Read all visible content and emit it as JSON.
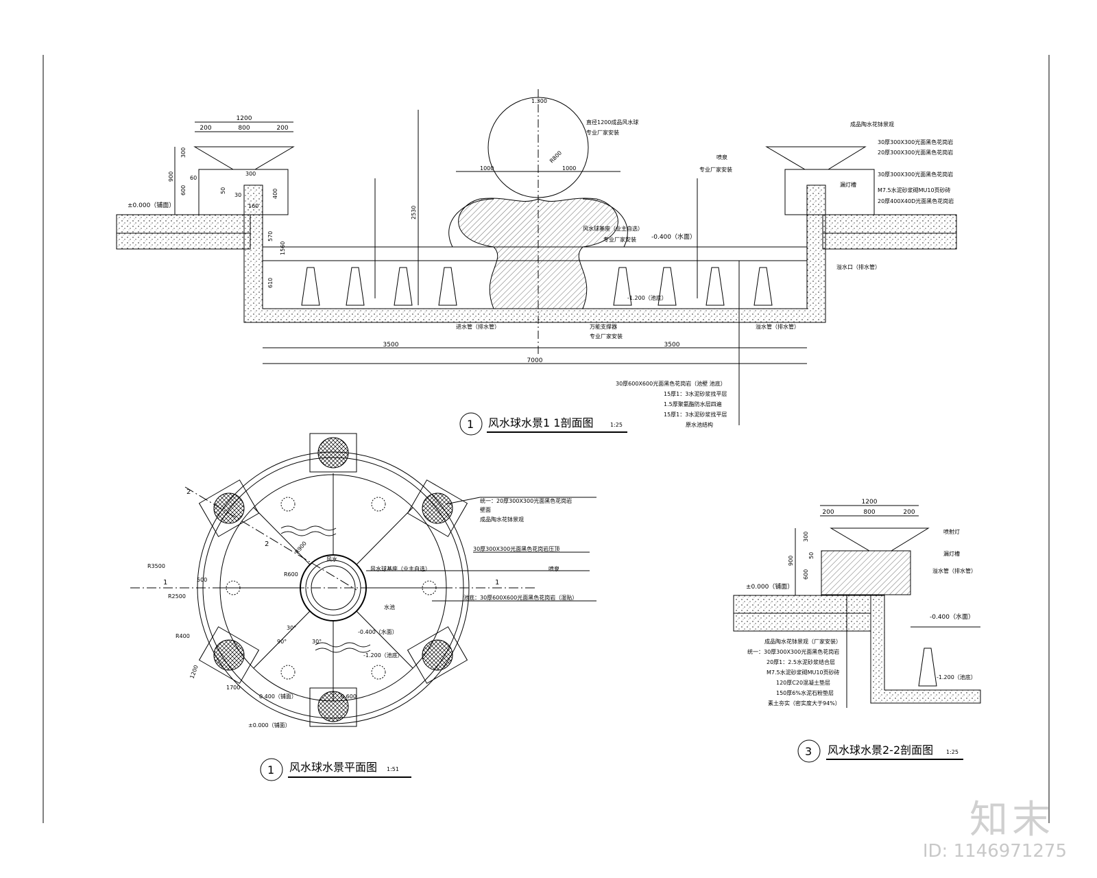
{
  "section1": {
    "title": "风水球水景1 1剖面图",
    "scale": "1:25",
    "number": "1",
    "dims": {
      "top_total": "1200",
      "top_left": "200",
      "top_mid": "800",
      "top_right": "200",
      "d300": "300",
      "d900": "900",
      "d600": "600",
      "d60": "60",
      "d300b": "300",
      "d50": "50",
      "d30": "30",
      "d160": "160",
      "d400": "400",
      "d570": "570",
      "d1560": "1560",
      "d610": "610",
      "d2530": "2530",
      "d1300": "1.300",
      "r800": "R800",
      "d1000a": "1000",
      "d1000b": "1000",
      "half_left": "3500",
      "half_right": "3500",
      "total": "7000"
    },
    "levels": {
      "ground": "±0.000（铺面）",
      "water": "-0.400（水面）",
      "bottom": "-1.200（池底）"
    },
    "labels": {
      "ball": "直径1200成品风水球",
      "ball_install": "专业厂家安装",
      "jet": "喷泉",
      "jet_install": "专业厂家安装",
      "base": "风水球基座（业主自选）",
      "base_install": "专业厂家安装",
      "drain": "溢水口（排水管）",
      "inlet": "进水管（排水管）",
      "support": "万能支撑器",
      "support_install": "专业厂家安装",
      "outlet": "溢水管（排水管）",
      "r1": "成品陶水花钵景观",
      "r2": "30厚300X300光面黑色花岗岩",
      "r3": "20厚300X300光面黑色花岗岩",
      "r4": "30厚300X300光面黑色花岗岩",
      "r5": "M7.5水泥砂浆砌MU10页砂砖",
      "r6": "20厚400X40D光面黑色花岗岩",
      "light": "漏灯槽"
    },
    "layers": [
      "30厚600X600光面黑色花岗岩（池壁 池底）",
      "15厚1：3水泥砂浆找平层",
      "1.5厚聚氨酯防水层四遍",
      "15厚1：3水泥砂浆找平层",
      "原水池结构"
    ]
  },
  "plan": {
    "title": "风水球水景平面图",
    "scale": "1:51",
    "number": "1",
    "cut_1": "1",
    "cut_2": "2",
    "r3500": "R3500",
    "r2500": "R2500",
    "r400": "R400",
    "r900": "R900",
    "r600": "R600",
    "d500": "500",
    "d1200": "1200",
    "d1700": "1700",
    "d30a": "30°",
    "d30b": "30°",
    "d90": "90°",
    "lv_water": "-0.400（水面）",
    "lv_bottom": "-1.200（池底）",
    "lv_a": "0.400（铺面）",
    "lv_b": "0.600",
    "lv_ground": "±0.000（铺面）",
    "pool": "水池",
    "center": "风水",
    "labels": [
      "统一：20厚300X300光面黑色花岗岩",
      "壁面",
      "成品陶水花钵景观",
      "30厚300X300光面黑色花岗岩压顶",
      "喷泉",
      "风水球基座（业主自选）",
      "池底：30厚600X600光面黑色花岗岩（湿贴）"
    ]
  },
  "section2": {
    "title": "风水球水景2-2剖面图",
    "scale": "1:25",
    "number": "3",
    "dims": {
      "top_total": "1200",
      "top_left": "200",
      "top_mid": "800",
      "top_right": "200",
      "d300": "300",
      "d900": "900",
      "d600": "600",
      "d50": "50"
    },
    "levels": {
      "ground": "±0.000（铺面）",
      "water": "-0.400（水面）",
      "bottom": "-1.200（池底）"
    },
    "labels": {
      "jet": "喷射灯",
      "light": "漏灯槽",
      "outlet": "溢水管（排水管）"
    },
    "layers": [
      "成品陶水花钵景观（厂家安装）",
      "统一：30厚300X300光面黑色花岗岩",
      "20厚1：2.5水泥砂浆结合层",
      "M7.5水泥砂浆砌MU10页砂砖",
      "120厚C20混凝土垫层",
      "150厚6%水泥石粉垫层",
      "素土夯实（密实度大于94%）"
    ]
  },
  "watermark": {
    "brand": "知末",
    "id": "ID: 1146971275"
  }
}
